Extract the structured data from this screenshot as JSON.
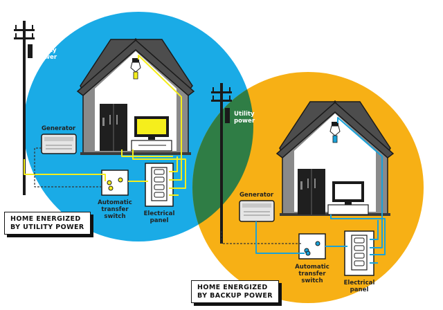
{
  "colors": {
    "utility_circle": "#1AABE6",
    "backup_circle": "#F7B015",
    "overlap": "#2F7D45",
    "utility_wire": "#F5EE1C",
    "backup_wire": "#1AA2D8",
    "roof": "#4D4D4D",
    "house_walls": "#8A8A8A",
    "interior": "#FFFFFF",
    "outline": "#1A1A1A"
  },
  "scene_utility": {
    "utility_label": [
      "Utility",
      "power"
    ],
    "generator_label": "Generator",
    "switch_label": [
      "Automatic",
      "transfer",
      "switch"
    ],
    "panel_label": [
      "Electrical",
      "panel"
    ],
    "caption": [
      "HOME ENERGIZED",
      "BY UTILITY POWER"
    ]
  },
  "scene_backup": {
    "utility_label": [
      "Utility",
      "power"
    ],
    "generator_label": "Generator",
    "switch_label": [
      "Automatic",
      "transfer",
      "switch"
    ],
    "panel_label": [
      "Electrical",
      "panel"
    ],
    "caption": [
      "HOME ENERGIZED",
      "BY BACKUP POWER"
    ]
  }
}
